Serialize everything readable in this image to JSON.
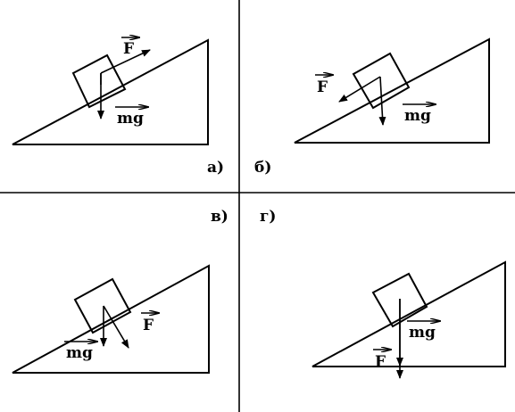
{
  "panels": [
    {
      "caption": "а)",
      "force_label": "F",
      "weight_label": "mg"
    },
    {
      "caption": "б)",
      "force_label": "F",
      "weight_label": "mg"
    },
    {
      "caption": "в)",
      "force_label": "F",
      "weight_label": "mg"
    },
    {
      "caption": "г)",
      "force_label": "F",
      "weight_label": "mg"
    }
  ],
  "colors": {
    "ink": "#000000",
    "background": "#ffffff"
  }
}
